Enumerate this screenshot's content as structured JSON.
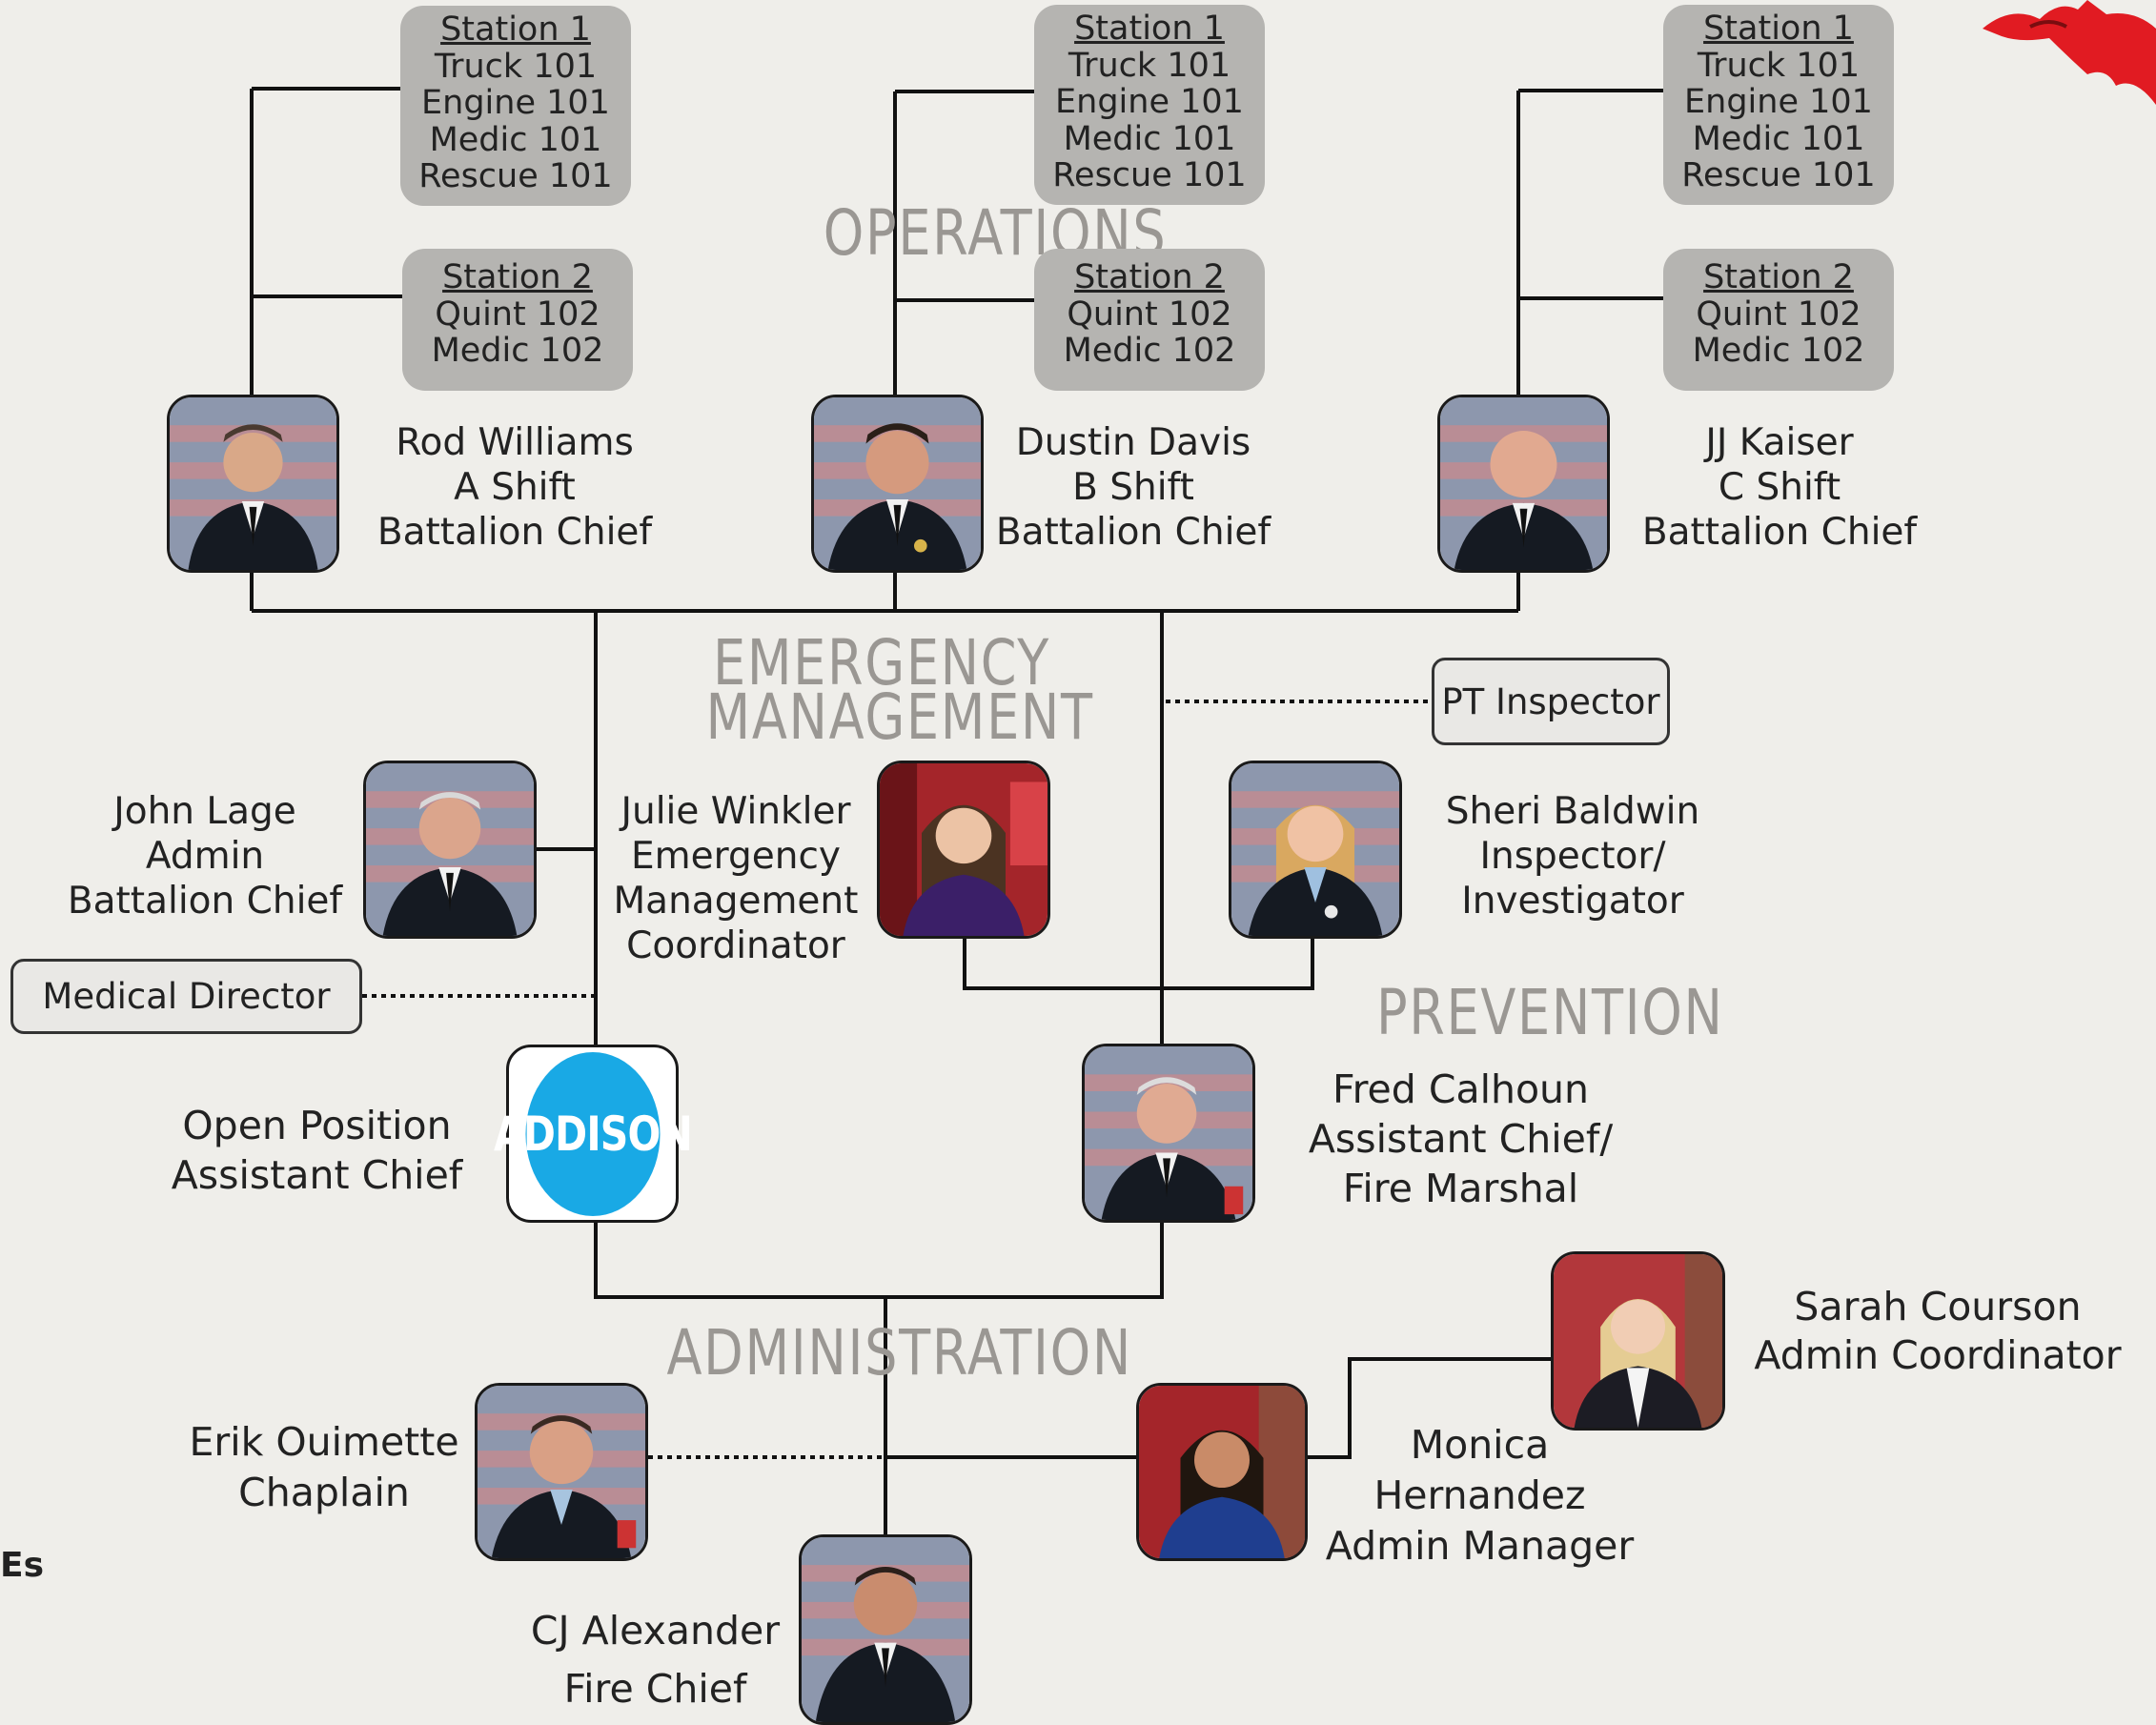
{
  "sections": {
    "operations": "OPERATIONS",
    "emergency_management_line1": "EMERGENCY",
    "emergency_management_line2": "MANAGEMENT",
    "prevention": "PREVENTION",
    "administration": "ADMINISTRATION"
  },
  "units": {
    "a_station1": [
      "Station 1",
      "Truck 101",
      "Engine 101",
      "Medic 101",
      "Rescue 101"
    ],
    "a_station2": [
      "Station 2",
      "Quint 102",
      "Medic 102"
    ],
    "b_station1": [
      "Station 1",
      "Truck 101",
      "Engine 101",
      "Medic 101",
      "Rescue 101"
    ],
    "b_station2": [
      "Station 2",
      "Quint 102",
      "Medic 102"
    ],
    "c_station1": [
      "Station 1",
      "Truck 101",
      "Engine 101",
      "Medic 101",
      "Rescue 101"
    ],
    "c_station2": [
      "Station 2",
      "Quint 102",
      "Medic 102"
    ]
  },
  "people": {
    "rod_williams": [
      "Rod Williams",
      "A Shift",
      "Battalion Chief"
    ],
    "dustin_davis": [
      "Dustin Davis",
      "B Shift",
      "Battalion Chief"
    ],
    "jj_kaiser": [
      "JJ Kaiser",
      "C Shift",
      "Battalion Chief"
    ],
    "john_lage": [
      "John Lage",
      "Admin",
      "Battalion Chief"
    ],
    "julie_winkler": [
      "Julie Winkler",
      "Emergency",
      "Management",
      "Coordinator"
    ],
    "sheri_baldwin": [
      "Sheri Baldwin",
      "Inspector/",
      "Investigator"
    ],
    "open_position": [
      "Open Position",
      "Assistant Chief"
    ],
    "fred_calhoun": [
      "Fred Calhoun",
      "Assistant Chief/",
      "Fire Marshal"
    ],
    "sarah_courson": [
      "Sarah Courson",
      "Admin Coordinator"
    ],
    "erik_ouimette": [
      "Erik Ouimette",
      "Chaplain"
    ],
    "monica_hernandez": [
      "Monica",
      "Hernandez",
      "Admin Manager"
    ],
    "cj_alexander": [
      "CJ Alexander",
      "Fire Chief"
    ]
  },
  "pills": {
    "pt_inspector": "PT Inspector",
    "medical_director": "Medical Director"
  },
  "logo_text": "ADDISON",
  "fragment_text": "Es",
  "colors": {
    "background": "#efeeea",
    "unit_box": "#b5b4b1",
    "section_label": "#9a9793",
    "logo_blue": "#19a9e5",
    "emblem_red": "#e11b22"
  }
}
